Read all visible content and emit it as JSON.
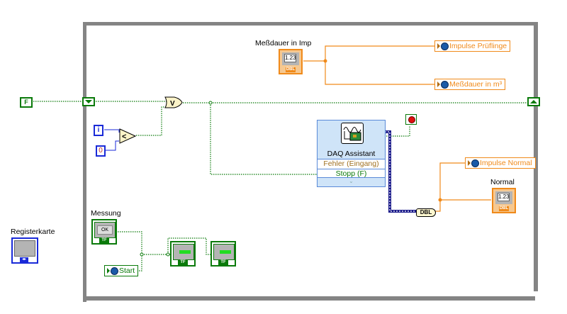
{
  "diagram": {
    "type": "LabVIEW block diagram",
    "while_loop": {
      "shift_register_init": "F"
    },
    "constants": {
      "bool_false": "F",
      "iteration_terminal": "i",
      "zero": "0"
    },
    "functions": {
      "or_gate": "V",
      "less_than": "<",
      "to_double": "DBL"
    },
    "terminals": {
      "messdauer_imp": {
        "label": "Meßdauer in Imp",
        "value": "1.23",
        "type": "DBL"
      },
      "normal": {
        "label": "Normal",
        "value": "1.23",
        "type": "DBL"
      },
      "messung": {
        "label": "Messung",
        "button_text": "OK",
        "type": "TF"
      },
      "registerkarte": {
        "label": "Registerkarte"
      },
      "led1": {
        "type": "TF"
      },
      "led2": {
        "type": "TF"
      }
    },
    "global_variables": {
      "impulse_pruflinge": "Impulse Prüflinge",
      "messdauer_m3": "Meßdauer in m³",
      "impulse_normal": "Impulse Normal",
      "start": "Start"
    },
    "daq_assistant": {
      "title": "DAQ Assistant",
      "inputs": [
        "Fehler (Eingang)",
        "Stopp (F)"
      ]
    },
    "colors": {
      "loop_frame": "#848484",
      "bool_wire": "#0a7a0a",
      "dbl_wire": "#f08a1a",
      "int_wire": "#1a2ad8",
      "dynamic_wire": "#1a1a8a",
      "daq_bg": "#cfe4f8"
    }
  }
}
